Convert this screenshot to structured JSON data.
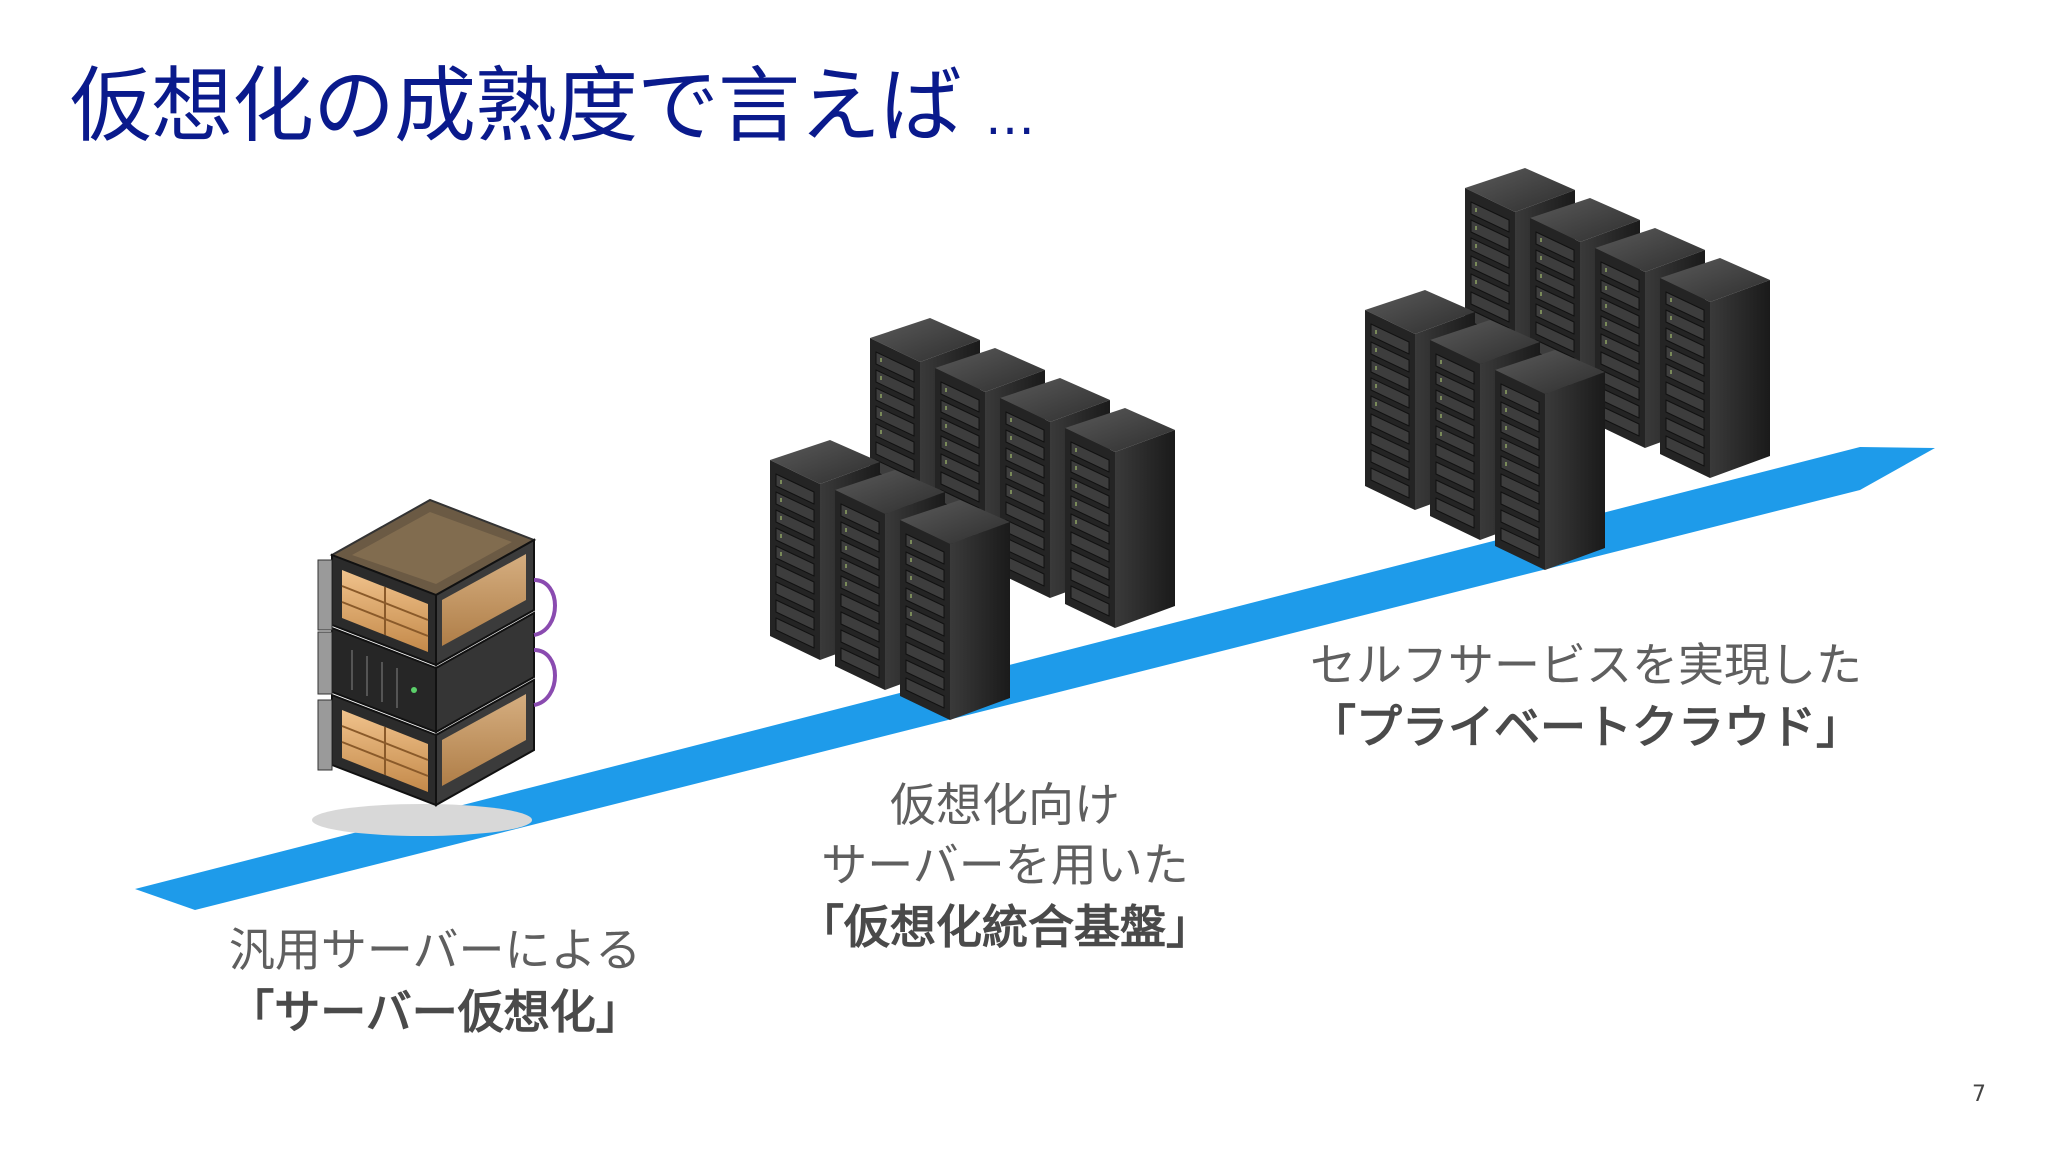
{
  "slide": {
    "title": "仮想化の成熟度で言えば",
    "title_suffix": "…",
    "page_number": "7"
  },
  "colors": {
    "title": "#0a1a8c",
    "road": "#1e9bea",
    "server_dark": "#2a2a2a",
    "server_front": "#1c1c1c",
    "disk_orange": "#d7a36a",
    "cable_purple": "#8a4bb0",
    "caption_text": "#5f5f5f"
  },
  "stages": [
    {
      "line1": "汎用サーバーによる",
      "line2": "",
      "emphasis": "「サーバー仮想化」",
      "icon": "rack-server-stack-icon"
    },
    {
      "line1": "仮想化向け",
      "line2": "サーバーを用いた",
      "emphasis": "「仮想化統合基盤」",
      "icon": "server-racks-icon"
    },
    {
      "line1": "セルフサービスを実現した",
      "line2": "",
      "emphasis": "「プライベートクラウド」",
      "icon": "server-racks-cluster-icon"
    }
  ]
}
